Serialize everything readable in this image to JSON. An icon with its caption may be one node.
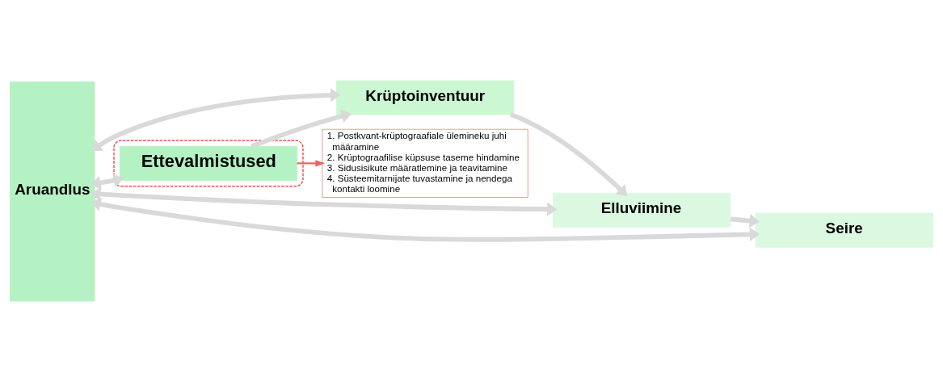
{
  "diagram": {
    "nodes": [
      {
        "text": [
          "Aruandlus"
        ]
      },
      {
        "text": [],
        "shape": "box"
      },
      {
        "text": [
          "Ettevalmistused"
        ],
        "in": 1
      },
      {
        "text": [
          "Krüptoinventuur"
        ]
      },
      {
        "text": [
          "Elluviimine"
        ]
      },
      {
        "text": [
          "Seire"
        ]
      },
      {
        "text": [
          "1. Postkvant-krüptograafiale ülemineku juhi määramine",
          "2. Krüptograafilise küpsuse taseme hindamine",
          "3. Sidusisikute määratlemine ja teavitamine",
          "4. Süsteemitarnijate tuvastamine ja nendega kontakti loomine"
        ]
      }
    ],
    "edges": [
      {
        "from": 0,
        "to": 2,
        "arrow": "both"
      },
      {
        "from": 0,
        "to": 3,
        "arrow": "both"
      },
      {
        "from": 0,
        "to": 4,
        "arrow": "both"
      },
      {
        "from": 0,
        "to": 5,
        "arrow": "both"
      },
      {
        "from": 2,
        "to": 3,
        "arrow": "to"
      },
      {
        "from": 3,
        "to": 4,
        "arrow": "to"
      },
      {
        "from": 4,
        "to": 5,
        "arrow": "to"
      },
      {
        "from": 2,
        "to": 6,
        "arrow": "to",
        "color": "#f06060"
      }
    ]
  }
}
